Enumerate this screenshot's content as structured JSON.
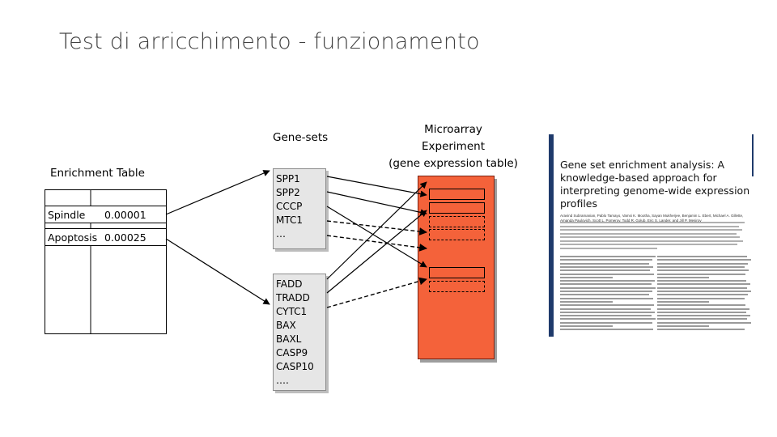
{
  "title": "Test di arricchimento - funzionamento",
  "enrichment_table": {
    "label": "Enrichment Table",
    "rows": [
      {
        "name": "Spindle",
        "value": "0.00001"
      },
      {
        "name": "Apoptosis",
        "value": "0.00025"
      }
    ]
  },
  "gene_sets": {
    "label": "Gene-sets",
    "set1": [
      "SPP1",
      "SPP2",
      "CCCP",
      "MTC1",
      "…"
    ],
    "set2": [
      "FADD",
      "TRADD",
      "CYTC1",
      "BAX",
      "BAXL",
      "CASP9",
      "CASP10",
      "…."
    ]
  },
  "microarray": {
    "label_line1": "Microarray",
    "label_line2": "Experiment",
    "label_line3": "(gene expression table)",
    "color": "#f4623a"
  },
  "paper": {
    "title": "Gene set enrichment analysis: A knowledge-based approach for interpreting genome-wide expression profiles",
    "authors": "Aravind Subramanian, Pablo Tamayo, Vamsi K. Mootha, Sayan Mukherjee, Benjamin L. Ebert, Michael A. Gillette, Amanda Paulovich, Scott L. Pomeroy, Todd R. Golub, Eric S. Lander, and Jill P. Mesirov",
    "accent_color": "#1f3a6b"
  }
}
